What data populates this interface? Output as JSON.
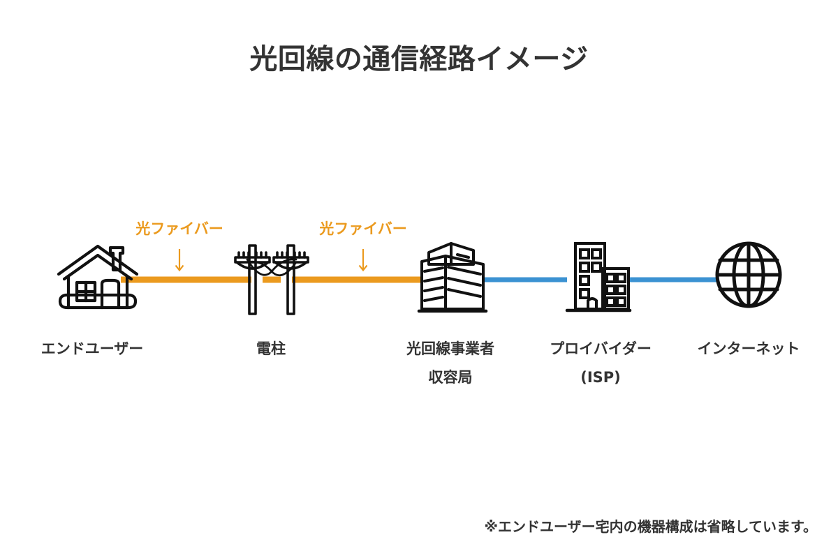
{
  "page": {
    "title": "光回線の通信経路イメージ",
    "background_color": "#ffffff",
    "text_color": "#333333",
    "footnote": "※エンドユーザー宅内の機器構成は省略しています。"
  },
  "colors": {
    "fiber_orange": "#eb9a1e",
    "internet_blue": "#3b92d2",
    "icon_stroke": "#111111",
    "text": "#333333"
  },
  "link_labels": [
    {
      "text": "光ファイバー",
      "color": "#eb9a1e",
      "arrow": "↓"
    },
    {
      "text": "光ファイバー",
      "color": "#eb9a1e",
      "arrow": "↓"
    }
  ],
  "nodes": [
    {
      "id": "end-user",
      "icon": "house-icon",
      "label_lines": [
        "エンドユーザー"
      ]
    },
    {
      "id": "utility-pole",
      "icon": "utility-pole-icon",
      "label_lines": [
        "電柱"
      ]
    },
    {
      "id": "carrier-office",
      "icon": "office-building-icon",
      "label_lines": [
        "光回線事業者",
        "収容局"
      ]
    },
    {
      "id": "isp",
      "icon": "isp-building-icon",
      "label_lines": [
        "プロイバイダー",
        "(ISP)"
      ]
    },
    {
      "id": "internet",
      "icon": "globe-icon",
      "label_lines": [
        "インターネット"
      ]
    }
  ],
  "links": [
    {
      "from": "end-user",
      "to": "utility-pole",
      "color": "#eb9a1e",
      "medium": "光ファイバー"
    },
    {
      "from": "utility-pole",
      "to": "carrier-office",
      "color": "#eb9a1e",
      "medium": "光ファイバー"
    },
    {
      "from": "carrier-office",
      "to": "isp",
      "color": "#3b92d2",
      "medium": ""
    },
    {
      "from": "isp",
      "to": "internet",
      "color": "#3b92d2",
      "medium": ""
    }
  ]
}
